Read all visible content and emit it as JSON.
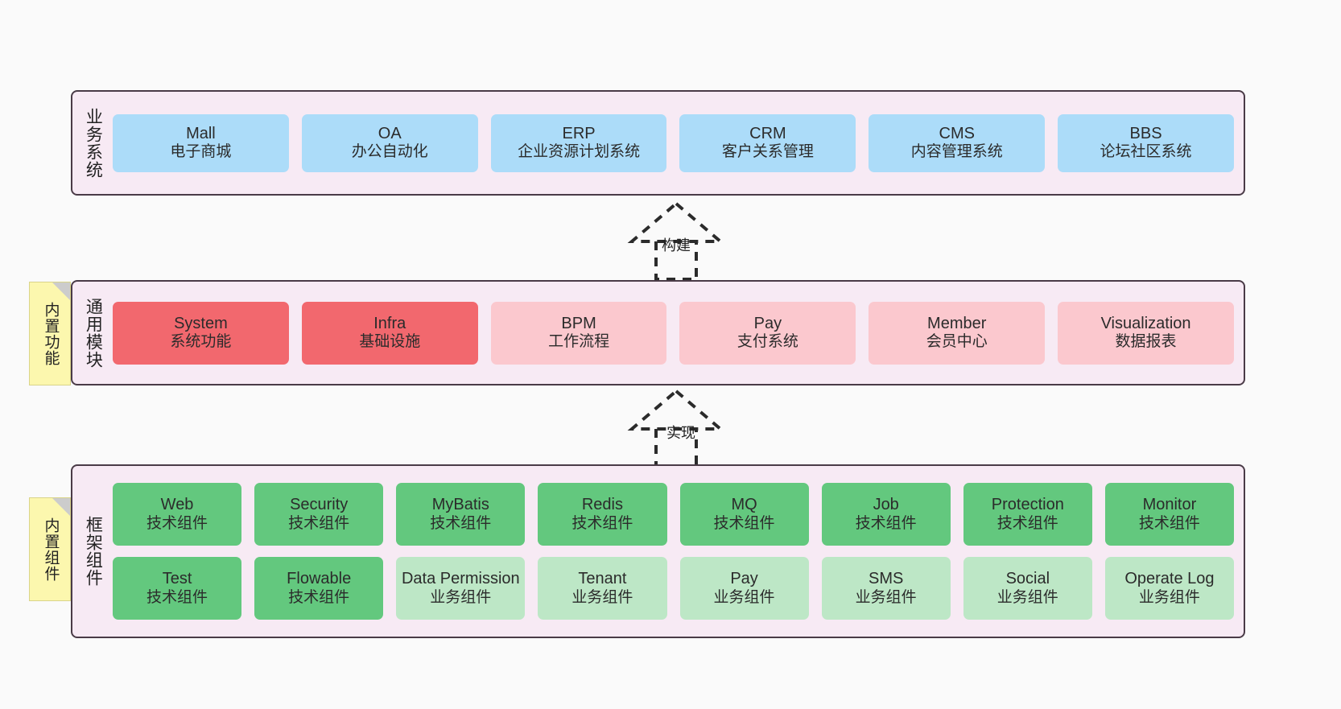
{
  "diagram": {
    "background_color": "#fafafa",
    "layer_border_color": "#4a3b47",
    "layer_background_color": "#f7eaf4"
  },
  "layers": [
    {
      "id": "business",
      "title": "业务系统",
      "card_color": "#ACDCF9",
      "rows": [
        [
          {
            "en": "Mall",
            "cn": "电子商城"
          },
          {
            "en": "OA",
            "cn": "办公自动化"
          },
          {
            "en": "ERP",
            "cn": "企业资源计划系统"
          },
          {
            "en": "CRM",
            "cn": "客户关系管理"
          },
          {
            "en": "CMS",
            "cn": "内容管理系统"
          },
          {
            "en": "BBS",
            "cn": "论坛社区系统"
          }
        ]
      ]
    },
    {
      "id": "common",
      "title": "通用模块",
      "rows": [
        [
          {
            "en": "System",
            "cn": "系统功能",
            "color": "#F2686E"
          },
          {
            "en": "Infra",
            "cn": "基础设施",
            "color": "#F2686E"
          },
          {
            "en": "BPM",
            "cn": "工作流程",
            "color": "#FBC8CE"
          },
          {
            "en": "Pay",
            "cn": "支付系统",
            "color": "#FBC8CE"
          },
          {
            "en": "Member",
            "cn": "会员中心",
            "color": "#FBC8CE"
          },
          {
            "en": "Visualization",
            "cn": "数据报表",
            "color": "#FBC8CE"
          }
        ]
      ]
    },
    {
      "id": "framework",
      "title": "框架组件",
      "rows": [
        [
          {
            "en": "Web",
            "cn": "技术组件",
            "color": "#63C87E"
          },
          {
            "en": "Security",
            "cn": "技术组件",
            "color": "#63C87E"
          },
          {
            "en": "MyBatis",
            "cn": "技术组件",
            "color": "#63C87E"
          },
          {
            "en": "Redis",
            "cn": "技术组件",
            "color": "#63C87E"
          },
          {
            "en": "MQ",
            "cn": "技术组件",
            "color": "#63C87E"
          },
          {
            "en": "Job",
            "cn": "技术组件",
            "color": "#63C87E"
          },
          {
            "en": "Protection",
            "cn": "技术组件",
            "color": "#63C87E"
          },
          {
            "en": "Monitor",
            "cn": "技术组件",
            "color": "#63C87E"
          }
        ],
        [
          {
            "en": "Test",
            "cn": "技术组件",
            "color": "#63C87E"
          },
          {
            "en": "Flowable",
            "cn": "技术组件",
            "color": "#63C87E"
          },
          {
            "en": "Data Permission",
            "cn": "业务组件",
            "color": "#BDE7C6"
          },
          {
            "en": "Tenant",
            "cn": "业务组件",
            "color": "#BDE7C6"
          },
          {
            "en": "Pay",
            "cn": "业务组件",
            "color": "#BDE7C6"
          },
          {
            "en": "SMS",
            "cn": "业务组件",
            "color": "#BDE7C6"
          },
          {
            "en": "Social",
            "cn": "业务组件",
            "color": "#BDE7C6"
          },
          {
            "en": "Operate Log",
            "cn": "业务组件",
            "color": "#BDE7C6"
          }
        ]
      ]
    }
  ],
  "notes": [
    {
      "id": "functions",
      "text": "内置功能",
      "color": "#FCF7AE"
    },
    {
      "id": "components",
      "text": "内置组件",
      "color": "#FCF7AE"
    }
  ],
  "arrows": [
    {
      "id": "build",
      "label": "构建",
      "style": "dashed-hollow-triangle"
    },
    {
      "id": "realize",
      "label": "实现",
      "style": "dashed-hollow-triangle"
    }
  ]
}
